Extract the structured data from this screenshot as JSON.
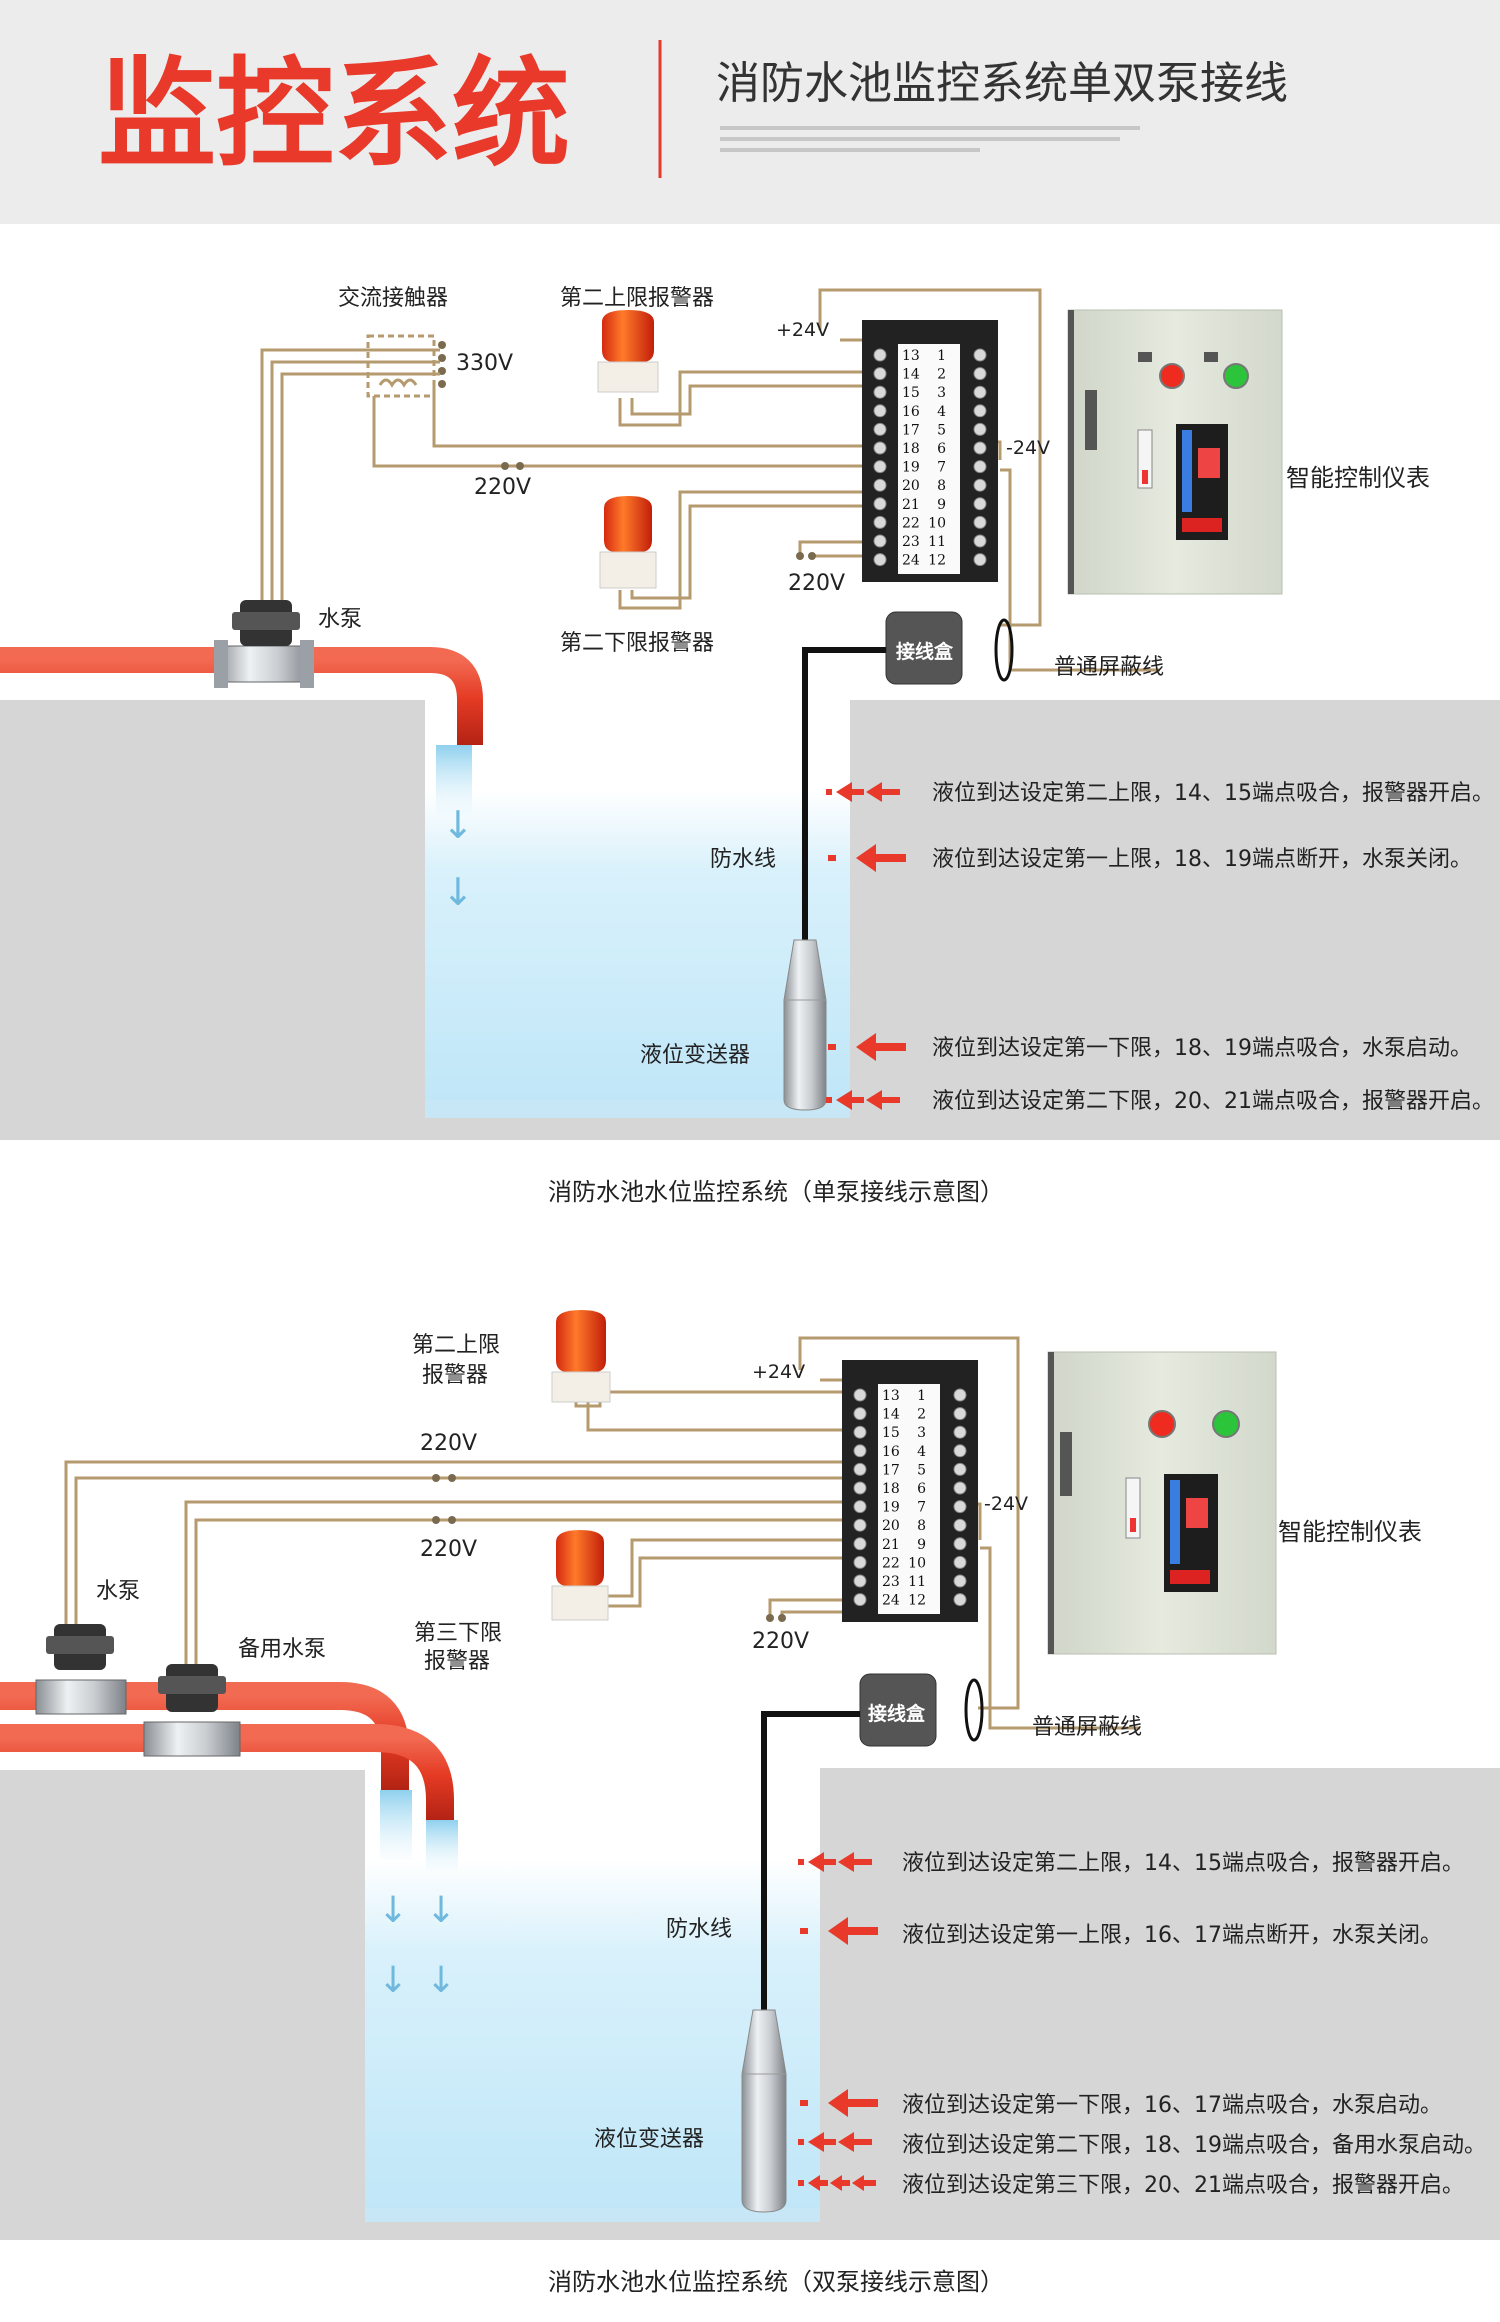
{
  "header": {
    "title": "监控系统",
    "subtitle": "消防水池监控系统单双泵接线"
  },
  "colors": {
    "accent_red": "#e8392a",
    "wire": "#b59a6e",
    "water": "#cfeefc",
    "pipe": "#e53b24",
    "panel": "#dfe4d8"
  },
  "single": {
    "labels": {
      "contactor": "交流接触器",
      "v330": "330V",
      "upper_alarm": "第二上限报警器",
      "lower_alarm": "第二下限报警器",
      "v220_a": "220V",
      "v220_b": "220V",
      "pump": "水泵",
      "plus24": "+24V",
      "minus24": "-24V",
      "controller": "智能控制仪表",
      "junction": "接线盒",
      "shield": "普通屏蔽线",
      "waterproof": "防水线",
      "transmitter": "液位变送器"
    },
    "annotations": [
      "液位到达设定第二上限，14、15端点吸合，报警器开启。",
      "液位到达设定第一上限，18、19端点断开，水泵关闭。",
      "液位到达设定第一下限，18、19端点吸合，水泵启动。",
      "液位到达设定第二下限，20、21端点吸合，报警器开启。"
    ],
    "caption": "消防水池水位监控系统（单泵接线示意图）"
  },
  "double": {
    "labels": {
      "upper_alarm_1": "第二上限",
      "upper_alarm_2": "报警器",
      "lower_alarm_1": "第三下限",
      "lower_alarm_2": "报警器",
      "v220_a": "220V",
      "v220_b": "220V",
      "v220_c": "220V",
      "pump": "水泵",
      "backup_pump": "备用水泵",
      "plus24": "+24V",
      "minus24": "-24V",
      "controller": "智能控制仪表",
      "junction": "接线盒",
      "shield": "普通屏蔽线",
      "waterproof": "防水线",
      "transmitter": "液位变送器"
    },
    "annotations": [
      "液位到达设定第二上限，14、15端点吸合，报警器开启。",
      "液位到达设定第一上限，16、17端点断开，水泵关闭。",
      "液位到达设定第一下限，16、17端点吸合，水泵启动。",
      "液位到达设定第二下限，18、19端点吸合，备用水泵启动。",
      "液位到达设定第三下限，20、21端点吸合，报警器开启。"
    ],
    "caption": "消防水池水位监控系统（双泵接线示意图）"
  },
  "terminals": {
    "left": [
      "13",
      "14",
      "15",
      "16",
      "17",
      "18",
      "19",
      "20",
      "21",
      "22",
      "23",
      "24"
    ],
    "right": [
      "1",
      "2",
      "3",
      "4",
      "5",
      "6",
      "7",
      "8",
      "9",
      "10",
      "11",
      "12"
    ]
  }
}
